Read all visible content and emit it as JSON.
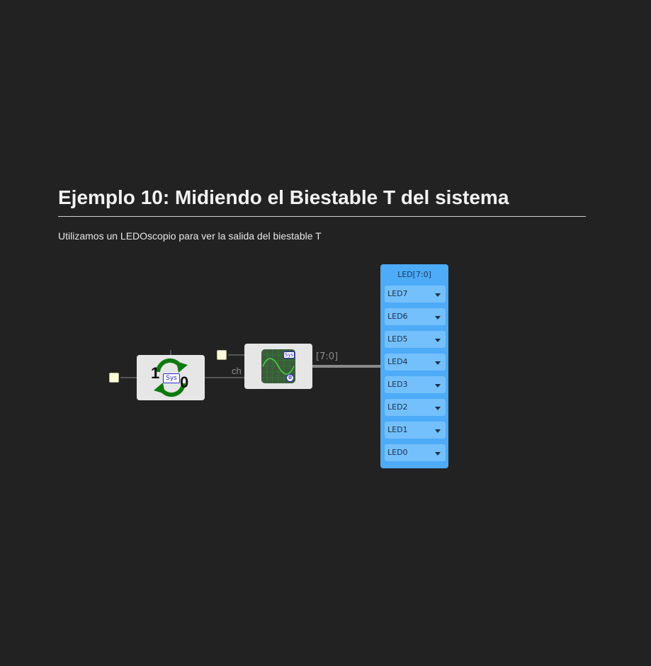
{
  "title": "Ejemplo 10: Midiendo el Biestable T del sistema",
  "description": "Utilizamos un LEDOscopio para ver la salida del biestable T",
  "circuit": {
    "flipflop": {
      "value_high": "1",
      "value_low": "0",
      "badge": "Sys",
      "icon": "refresh-arrows-icon",
      "accent": "#107a10"
    },
    "wire_label_ch": "ch",
    "scope": {
      "badge": "Sys",
      "index": "0",
      "icon": "oscilloscope-sine-icon",
      "screen_color": "#3c5a3c",
      "wave_color": "#4cd44c"
    },
    "bus_label": "[7:0]",
    "led_bus": {
      "title": "LED[7:0]",
      "color": "#4dabf7",
      "items": [
        {
          "label": "LED7"
        },
        {
          "label": "LED6"
        },
        {
          "label": "LED5"
        },
        {
          "label": "LED4"
        },
        {
          "label": "LED3"
        },
        {
          "label": "LED2"
        },
        {
          "label": "LED1"
        },
        {
          "label": "LED0"
        }
      ]
    }
  }
}
